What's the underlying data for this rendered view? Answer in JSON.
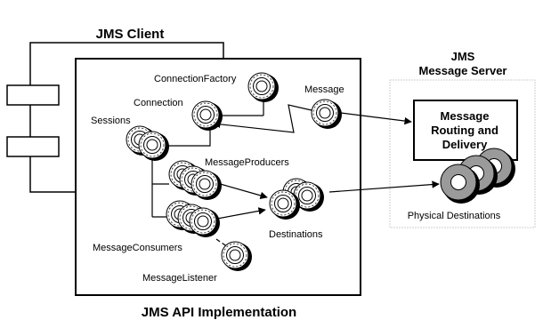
{
  "labels": {
    "jms_client": "JMS Client",
    "jms_server_line1": "JMS",
    "jms_server_line2": "Message Server",
    "routing_line1": "Message",
    "routing_line2": "Routing and",
    "routing_line3": "Delivery",
    "physical_destinations": "Physical Destinations",
    "connection_factory": "ConnectionFactory",
    "connection": "Connection",
    "message": "Message",
    "sessions": "Sessions",
    "message_producers": "MessageProducers",
    "destinations": "Destinations",
    "message_consumers": "MessageConsumers",
    "message_listener": "MessageListener",
    "api_implementation": "JMS API Implementation"
  }
}
